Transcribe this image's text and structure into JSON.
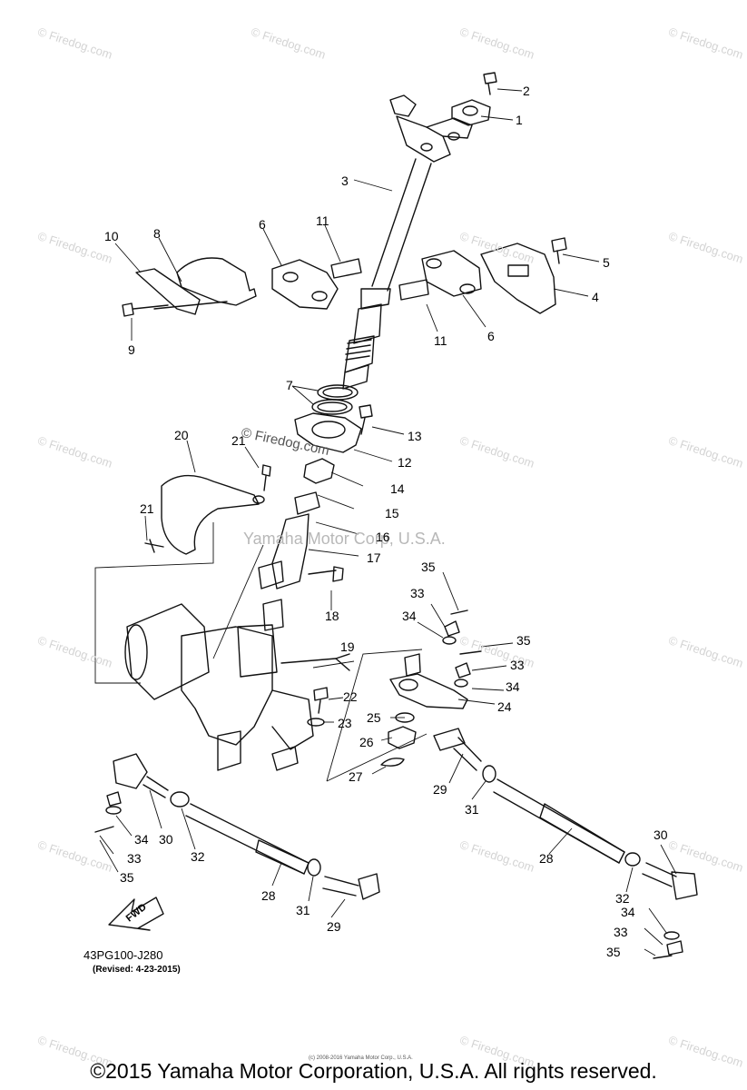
{
  "watermark": "© Firedog.com",
  "center_watermark": "Yamaha Motor Corp, U.S.A.",
  "center_watermark_small": "© Firedog.com",
  "diagram_code": "43PG100-J280",
  "revised": "(Revised: 4-23-2015)",
  "fwd_label": "FWD",
  "footer": "©2015 Yamaha Motor Corporation, U.S.A. All rights reserved.",
  "tiny_copyright": "(c) 2008-2016 Yamaha Motor Corp., U.S.A.",
  "callouts": [
    "2",
    "1",
    "3",
    "11",
    "6",
    "8",
    "10",
    "5",
    "4",
    "11",
    "6",
    "9",
    "7",
    "13",
    "12",
    "20",
    "21",
    "14",
    "15",
    "16",
    "17",
    "21",
    "18",
    "35",
    "33",
    "34",
    "35",
    "19",
    "33",
    "34",
    "24",
    "22",
    "23",
    "25",
    "26",
    "27",
    "29",
    "31",
    "30",
    "34",
    "33",
    "35",
    "32",
    "28",
    "31",
    "29",
    "30",
    "28",
    "32",
    "34",
    "33",
    "35"
  ]
}
